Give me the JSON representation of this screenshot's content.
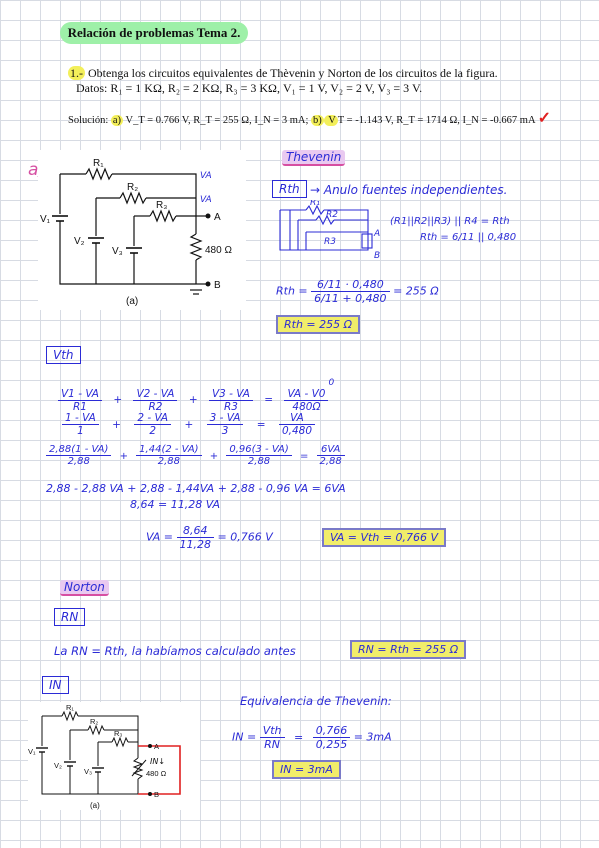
{
  "header": {
    "title": "Relación de problemas Tema 2.",
    "problem_number": "1.-",
    "problem_text": " Obtenga los circuitos equivalentes de Thèvenin y Norton de los circuitos de la figura.",
    "datos": "Datos: R₁ = 1 KΩ, R₂ = 2 KΩ, R₃ = 3 KΩ, V₁ = 1 V, V₂ = 2 V, V₃ = 3 V.",
    "solution_prefix": "Solución: ",
    "solution_a_mark": "a)",
    "solution_a": " V_T = 0.766 V, R_T = 255 Ω, I_N = 3 mA; ",
    "solution_b_mark": "b)",
    "solution_b_sub": " V",
    "solution_b": "T = -1.143 V, R_T = 1714 Ω, I_N = -0.667 mA",
    "check": "✓"
  },
  "figure_a": {
    "label_a_part": "a)",
    "labels": {
      "R1": "R₁",
      "R2": "R₂",
      "R3": "R₃",
      "V1": "V₁",
      "V2": "V₂",
      "V3": "V₃",
      "A": "A",
      "B": "B",
      "load": "480 Ω",
      "VA1": "VA",
      "VA2": "VA"
    },
    "caption": "(a)"
  },
  "thevenin": {
    "heading": "Thevenin",
    "rth_label": "Rth",
    "rth_note": "→ Anulo fuentes independientes.",
    "mini_labels": {
      "R1": "R₁",
      "R2": "R2",
      "R3": "R3",
      "A": "A",
      "B": "B"
    },
    "rth_expr": "(R1||R2||R3) || R4 = Rth",
    "rth_expr2": "Rth = 6/11 || 0,480",
    "calc_lhs": "Rth =",
    "calc_num": "6/11 · 0,480",
    "calc_den": "6/11 + 0,480",
    "calc_rhs": "= 255 Ω",
    "result": "Rth = 255 Ω"
  },
  "vth": {
    "heading": "Vth",
    "line1": [
      "V1 - VA",
      "R1",
      "+",
      "V2 - VA",
      "R2",
      "+",
      "V3 - VA",
      "R3",
      "=",
      "VA - V0",
      "480Ω"
    ],
    "line1_sup": "0",
    "line2": [
      "1 - VA",
      "1",
      "+",
      "2 - VA",
      "2",
      "+",
      "3 - VA",
      "3",
      "=",
      "VA",
      "0,480"
    ],
    "line3": [
      "2,88(1 - VA)",
      "2,88",
      "+",
      "1,44(2 - VA)",
      "2,88",
      "+",
      "0,96(3 - VA)",
      "2,88",
      "=",
      "6VA",
      "2,88"
    ],
    "line4": "2,88 - 2,88 VA + 2,88 - 1,44VA + 2,88 - 0,96 VA = 6VA",
    "line5": "8,64 = 11,28 VA",
    "va_lhs": "VA =",
    "va_num": "8,64",
    "va_den": "11,28",
    "va_rhs": "= 0,766 V",
    "result": "VA = Vth = 0,766 V"
  },
  "norton": {
    "heading": "Norton",
    "rn_label": "RN",
    "rn_text": "La RN = Rth, la habíamos calculado antes",
    "rn_result": "RN = Rth = 255 Ω",
    "in_label": "IN",
    "equiv": "Equivalencia de Thevenin:",
    "in_lhs": "IN =",
    "in_num1": "Vth",
    "in_den1": "RN",
    "in_eq": "=",
    "in_num2": "0,766",
    "in_den2": "0,255",
    "in_rhs": "= 3mA",
    "in_result": "IN = 3mA",
    "fig_labels": {
      "R1": "R₁",
      "R2": "R₂",
      "R3": "R₃",
      "V1": "V₁",
      "V2": "V₂",
      "V3": "V₃",
      "A": "A",
      "B": "B",
      "load": "480 Ω",
      "arrow": "IN↓"
    },
    "caption": "(a)"
  }
}
